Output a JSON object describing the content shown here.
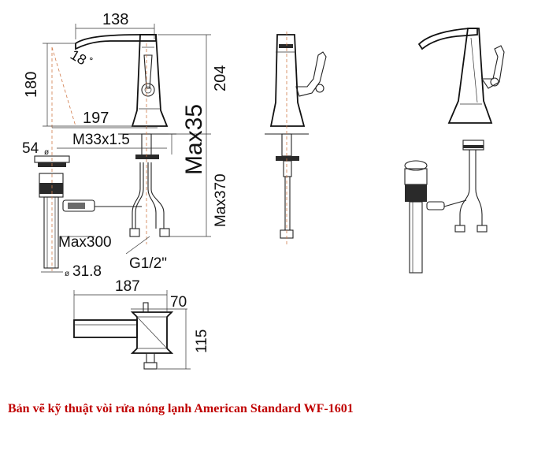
{
  "dimensions": {
    "d138": "138",
    "angle": "18 ̊",
    "d180": "180",
    "d204": "204",
    "d197": "197",
    "thread": "M33x1.5",
    "max35": "Max35",
    "d54": "54",
    "dia_sym_1": "ø",
    "max370": "Max370",
    "max300": "Max300",
    "d31_8": "31.8",
    "dia_sym_2": "ø",
    "g12": "G1/2\"",
    "d187": "187",
    "d70": "70",
    "d115": "115"
  },
  "caption": "Bản vẽ kỹ thuật vòi rửa nóng lạnh American Standard WF-1601"
}
